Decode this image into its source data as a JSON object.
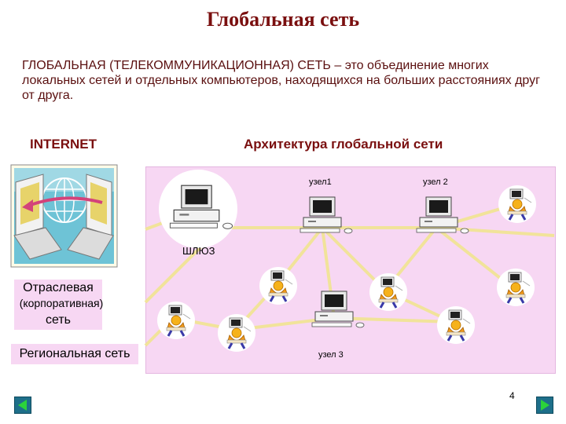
{
  "title": "Глобальная  сеть",
  "definition": "ГЛОБАЛЬНАЯ  (ТЕЛЕКОММУНИКАЦИОННАЯ)  СЕТЬ  –  это  объединение многих локальных сетей и отдельных компьютеров, находящихся на больших расстояниях  друг  от  друга.",
  "internet_label": "INTERNET",
  "architecture_title": "Архитектура  глобальной  сети",
  "node_labels": {
    "gateway": "ШЛЮЗ",
    "node1": "узел1",
    "node2": "узел 2",
    "node3": "узел 3"
  },
  "legend": {
    "corporate_line1": "Отраслевая",
    "corporate_line2": "(корпоративная)",
    "corporate_line3": "сеть",
    "regional": "Региональная сеть"
  },
  "page_number": "4",
  "icons": {
    "internet": "internet-globe-icon",
    "computer": "computer-icon",
    "user_workstation": "user-workstation-icon",
    "prev": "triangle-left-icon",
    "next": "triangle-right-icon"
  },
  "colors": {
    "title": "#7a0f0f",
    "diagram_background": "#f7d7f3",
    "links": "#f1e39a",
    "nav_buttons": "#1e6f8a",
    "nav_arrow": "#2bd33a"
  }
}
